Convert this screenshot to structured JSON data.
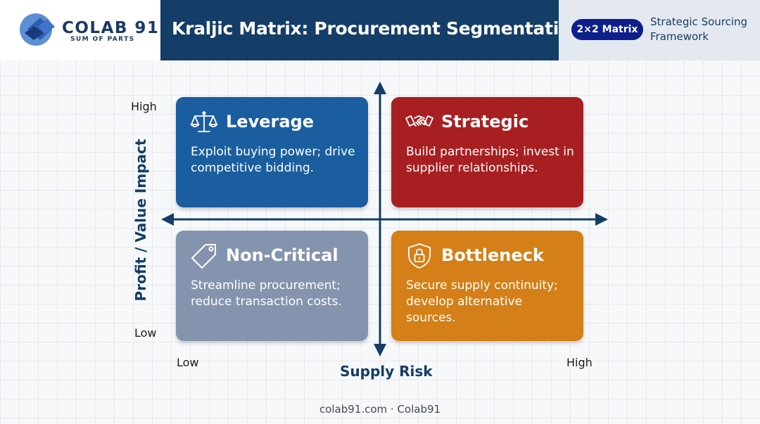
{
  "brand": {
    "name": "COLAB 91",
    "tagline": "SUM OF PARTS"
  },
  "header": {
    "title": "Kraljic Matrix: Procurement Segmentation",
    "badge": "2×2 Matrix",
    "subtitle": "Strategic Sourcing Framework"
  },
  "matrix": {
    "x_axis": {
      "label": "Supply Risk",
      "low": "Low",
      "high": "High"
    },
    "y_axis": {
      "label": "Profit / Value Impact",
      "low": "Low",
      "high": "High"
    },
    "quadrants": [
      {
        "key": "leverage",
        "title": "Leverage",
        "icon": "scale-icon",
        "color": "#1a5ea0",
        "description": "Exploit buying power; drive competitive bidding."
      },
      {
        "key": "strategic",
        "title": "Strategic",
        "icon": "handshake-icon",
        "color": "#a81f22",
        "description": "Build partnerships; invest in supplier relationships."
      },
      {
        "key": "non_critical",
        "title": "Non-Critical",
        "icon": "tag-icon",
        "color": "#8494ae",
        "description": "Streamline procurement; reduce transaction costs."
      },
      {
        "key": "bottleneck",
        "title": "Bottleneck",
        "icon": "lock-icon",
        "color": "#d47f17",
        "description": "Secure supply continuity; develop alternative sources."
      }
    ]
  },
  "footer": {
    "text": "colab91.com · Colab91"
  },
  "colors": {
    "navy": "#143d68",
    "badge": "#0d1f8a",
    "text_dark": "#1c3a63"
  }
}
